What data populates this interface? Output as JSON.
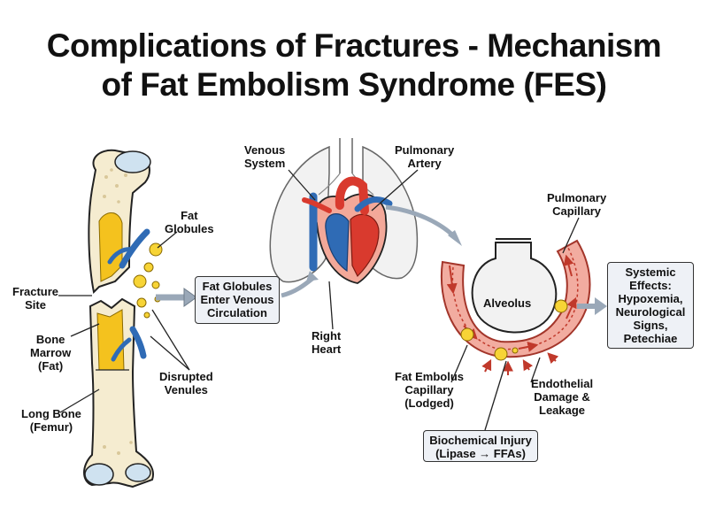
{
  "title": {
    "line1": "Complications of Fractures - Mechanism",
    "line2": "of Fat Embolism Syndrome (FES)"
  },
  "labels": {
    "fat_globules": [
      "Fat",
      "Globules"
    ],
    "fracture_site": [
      "Fracture",
      "Site"
    ],
    "bone_marrow": [
      "Bone",
      "Marrow",
      "(Fat)"
    ],
    "disrupted_venules": [
      "Disrupted",
      "Venules"
    ],
    "long_bone": [
      "Long Bone",
      "(Femur)"
    ],
    "venous_system": [
      "Venous",
      "System"
    ],
    "pulmonary_artery": [
      "Pulmonary",
      "Artery"
    ],
    "right_heart": [
      "Right",
      "Heart"
    ],
    "pulmonary_capillary": [
      "Pulmonary",
      "Capillary"
    ],
    "alveolus": "Alveolus",
    "fat_embolus": [
      "Fat Embolus",
      "Capillary",
      "(Lodged)"
    ],
    "endothelial": [
      "Endothelial",
      "Damage &",
      "Leakage"
    ]
  },
  "boxes": {
    "circulation": [
      "Fat Globules",
      "Enter Venous",
      "Circulation"
    ],
    "biochemical": [
      "Biochemical Injury",
      "(Lipase → FFAs)"
    ],
    "systemic": [
      "Systemic",
      "Effects:",
      "Hypoxemia,",
      "Neurological",
      "Signs,",
      "Petechiae"
    ]
  },
  "colors": {
    "bone": "#f5ecd0",
    "marrow": "#f4c21e",
    "cartilage": "#cfe2f0",
    "vein": "#2f6bb5",
    "artery": "#d93a2e",
    "vessel_wall": "#e8897c",
    "fat_globule": "#f7d436",
    "lung": "#f2f2f2",
    "box_fill": "#eef1f6"
  }
}
